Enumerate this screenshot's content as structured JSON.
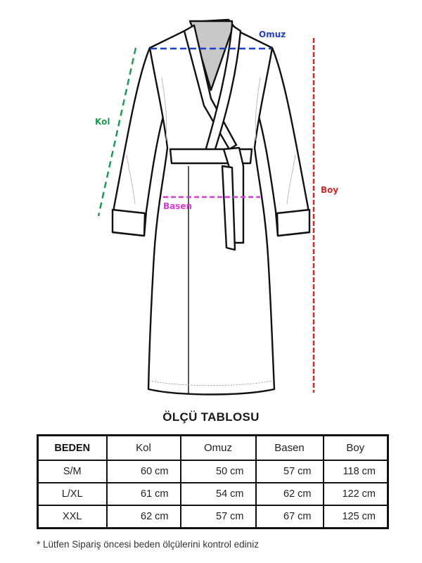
{
  "figure": {
    "garment": "bathrobe",
    "measurement_labels": {
      "omuz": {
        "text": "Omuz",
        "color": "#1f3fbf"
      },
      "kol": {
        "text": "Kol",
        "color": "#1e9a52"
      },
      "basen": {
        "text": "Basen",
        "color": "#d83ad8"
      },
      "boy": {
        "text": "Boy",
        "color": "#d12a2a"
      }
    }
  },
  "table": {
    "title": "ÖLÇÜ TABLOSU",
    "headers": [
      "BEDEN",
      "Kol",
      "Omuz",
      "Basen",
      "Boy"
    ],
    "rows": [
      {
        "size": "S/M",
        "kol": "60 cm",
        "omuz": "50 cm",
        "basen": "57 cm",
        "boy": "118 cm"
      },
      {
        "size": "L/XL",
        "kol": "61 cm",
        "omuz": "54 cm",
        "basen": "62 cm",
        "boy": "122 cm"
      },
      {
        "size": "XXL",
        "kol": "62 cm",
        "omuz": "57 cm",
        "basen": "67 cm",
        "boy": "125 cm"
      }
    ]
  },
  "note": "* Lütfen Sipariş öncesi beden ölçülerini kontrol ediniz"
}
